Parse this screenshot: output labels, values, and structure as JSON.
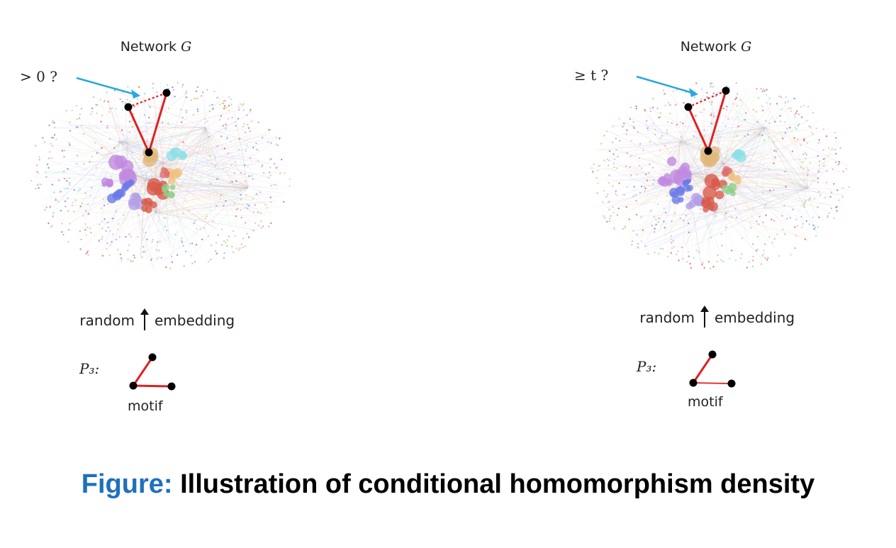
{
  "panels": [
    {
      "title_prefix": "Network ",
      "title_var": "G",
      "question": "> 0 ?",
      "random_label": "random",
      "embedding_label": "embedding",
      "motif_name": "P₃:",
      "motif_label": "motif"
    },
    {
      "title_prefix": "Network ",
      "title_var": "G",
      "question": "≥ t ?",
      "random_label": "random",
      "embedding_label": "embedding",
      "motif_name": "P₃:",
      "motif_label": "motif"
    }
  ],
  "caption": {
    "prefix": "Figure:",
    "text": " Illustration of conditional homomorphism density"
  },
  "colors": {
    "edge_red": "#e02020",
    "arrow_blue": "#29a8e0",
    "caption_blue": "#1f6fbf",
    "cluster_palette": [
      "#f4a8c8",
      "#b3a0e6",
      "#8fe0e6",
      "#e0b87a",
      "#d85a4a",
      "#c18ae0",
      "#6a7ae8",
      "#8fd08a",
      "#f0c080",
      "#a0d6a0"
    ]
  }
}
